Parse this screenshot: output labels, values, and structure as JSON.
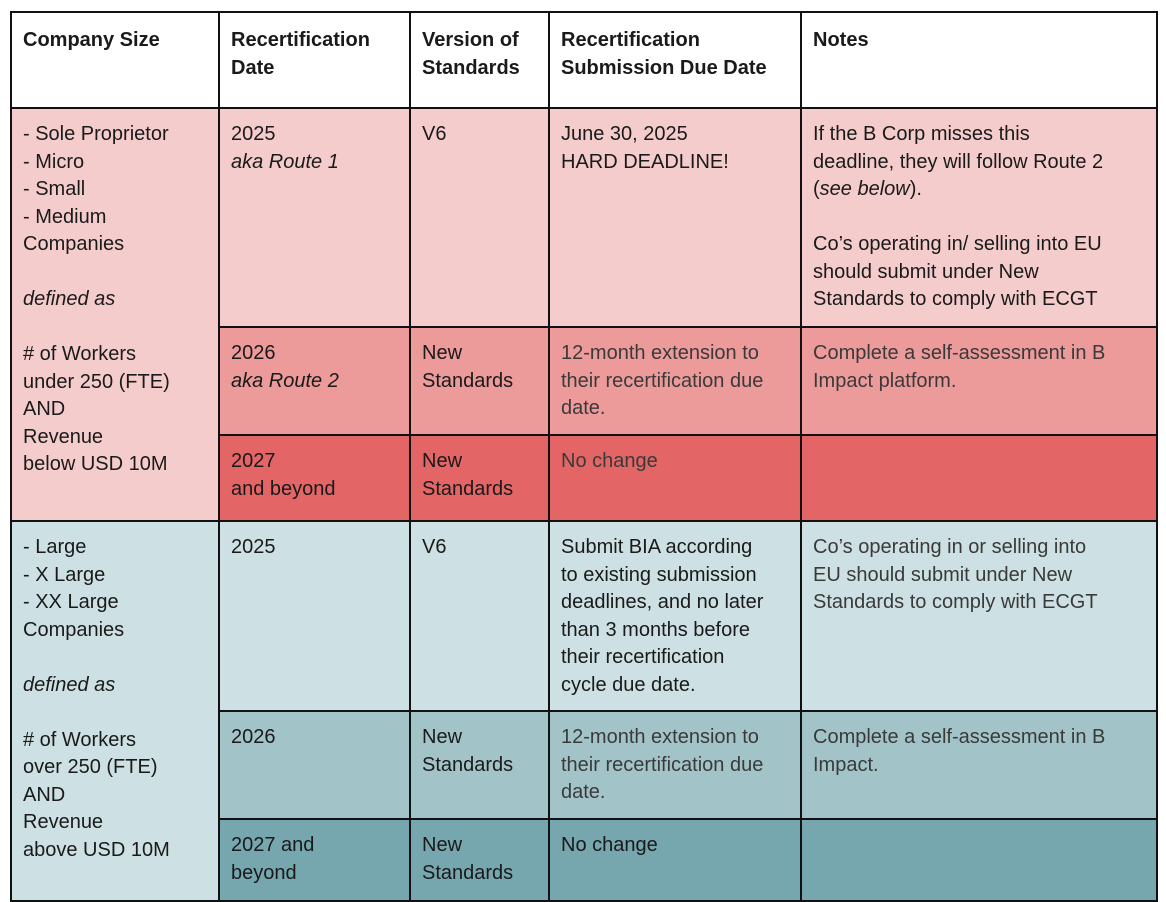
{
  "headers": {
    "company_size": "Company Size",
    "recert_date_1": "Recertification",
    "recert_date_2": "Date",
    "version_1": "Version of",
    "version_2": "Standards",
    "due_1": "Recertification",
    "due_2": "Submission Due Date",
    "notes": "Notes"
  },
  "groups": [
    {
      "category": {
        "items": [
          "-  Sole Proprietor",
          "-  Micro",
          "-  Small",
          "-  Medium"
        ],
        "companies": "Companies",
        "defined_as": "defined as",
        "criteria": [
          "# of Workers",
          "under 250 (FTE)",
          "AND",
          "Revenue",
          "below USD 10M"
        ]
      },
      "rows": [
        {
          "date": [
            "2025",
            "aka Route 1"
          ],
          "version": [
            "V6"
          ],
          "due": [
            "June 30, 2025",
            "HARD DEADLINE!"
          ],
          "notes_a": [
            "If the B Corp misses this",
            "deadline, they will follow Route 2"
          ],
          "notes_b_open": "(",
          "notes_b_italic": "see below",
          "notes_b_close": ").",
          "notes_c": [
            "Co’s operating in/ selling into EU",
            "should submit under New",
            "Standards to comply with ECGT"
          ]
        },
        {
          "date": [
            "2026",
            "aka Route 2"
          ],
          "version": [
            "New",
            "Standards"
          ],
          "due": [
            "12-month extension to",
            "their recertification due",
            "date."
          ],
          "notes": [
            "Complete a self-assessment in B",
            "Impact platform."
          ]
        },
        {
          "date": [
            "2027",
            "and beyond"
          ],
          "version": [
            "New",
            "Standards"
          ],
          "due": [
            "No change"
          ],
          "notes": []
        }
      ]
    },
    {
      "category": {
        "items": [
          "-  Large",
          "-  X Large",
          "-  XX Large"
        ],
        "companies": "Companies",
        "defined_as": "defined as",
        "criteria": [
          "# of Workers",
          "over 250 (FTE)",
          "AND",
          "Revenue",
          "above USD 10M"
        ]
      },
      "rows": [
        {
          "date": [
            "2025"
          ],
          "version": [
            "V6"
          ],
          "due": [
            "Submit BIA according",
            "to existing submission",
            "deadlines, and no later",
            "than 3 months before",
            "their recertification",
            "cycle due date."
          ],
          "notes": [
            "Co’s operating in or selling into",
            "EU should submit under New",
            "Standards to comply with ECGT"
          ]
        },
        {
          "date": [
            "2026"
          ],
          "version": [
            "New",
            "Standards"
          ],
          "due": [
            "12-month extension to",
            "their recertification due",
            "date."
          ],
          "notes": [
            "Complete a self-assessment in B",
            "Impact."
          ]
        },
        {
          "date": [
            "2027 and",
            "beyond"
          ],
          "version": [
            "New",
            "Standards"
          ],
          "due": [
            "No change"
          ],
          "notes": []
        }
      ]
    }
  ],
  "colors": {
    "sme_light": "#f5cccc",
    "sme_mid": "#ec9a9a",
    "sme_dark": "#e36565",
    "large_light": "#cde0e3",
    "large_mid": "#a2c4c8",
    "large_dark": "#76a6ae",
    "border": "#111111"
  }
}
